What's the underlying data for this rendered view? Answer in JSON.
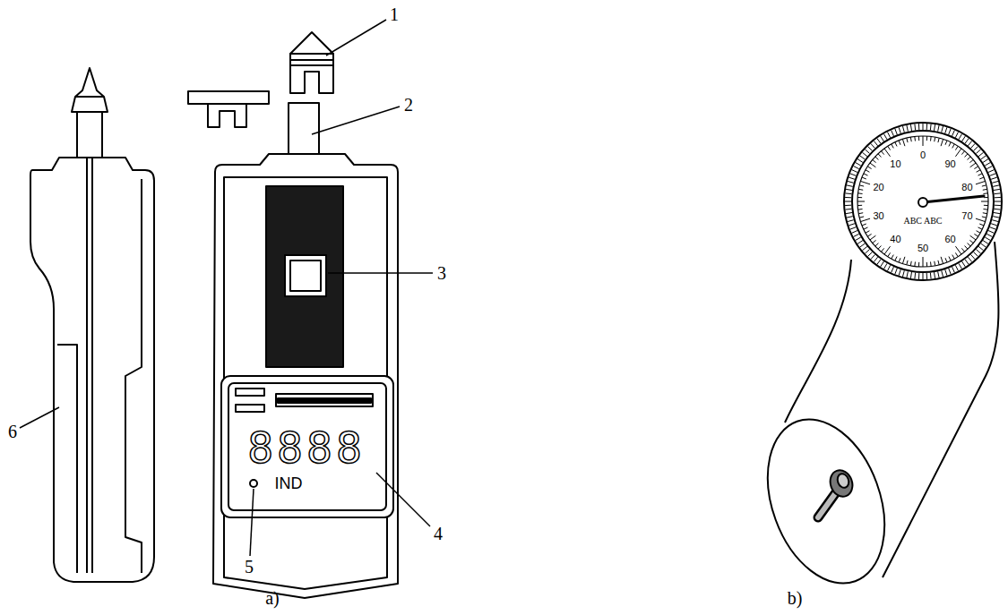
{
  "diagram": {
    "labels": [
      "1",
      "2",
      "3",
      "4",
      "5",
      "6",
      "8888",
      "IND",
      "a)",
      "b)",
      "0",
      "10",
      "20",
      "30",
      "40",
      "50",
      "60",
      "70",
      "80",
      "90",
      "ABC ABC"
    ]
  }
}
